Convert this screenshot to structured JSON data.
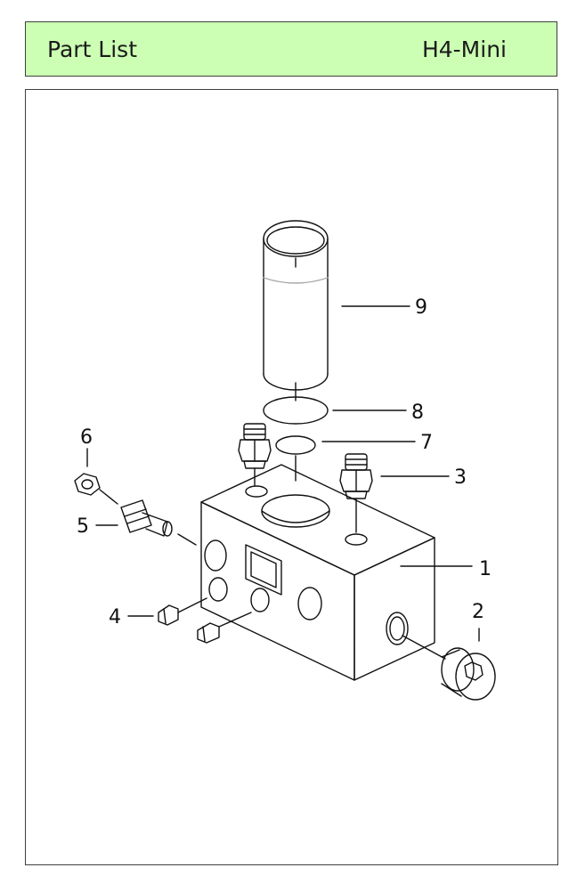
{
  "header": {
    "title": "Part List",
    "model": "H4-Mini"
  },
  "callouts": [
    {
      "id": 1,
      "label": "1"
    },
    {
      "id": 2,
      "label": "2"
    },
    {
      "id": 3,
      "label": "3"
    },
    {
      "id": 4,
      "label": "4"
    },
    {
      "id": 5,
      "label": "5"
    },
    {
      "id": 6,
      "label": "6"
    },
    {
      "id": 7,
      "label": "7"
    },
    {
      "id": 8,
      "label": "8"
    },
    {
      "id": 9,
      "label": "9"
    }
  ],
  "colors": {
    "header_bg": "#ccffb3",
    "border": "#3f3f3f",
    "line": "#111111"
  }
}
